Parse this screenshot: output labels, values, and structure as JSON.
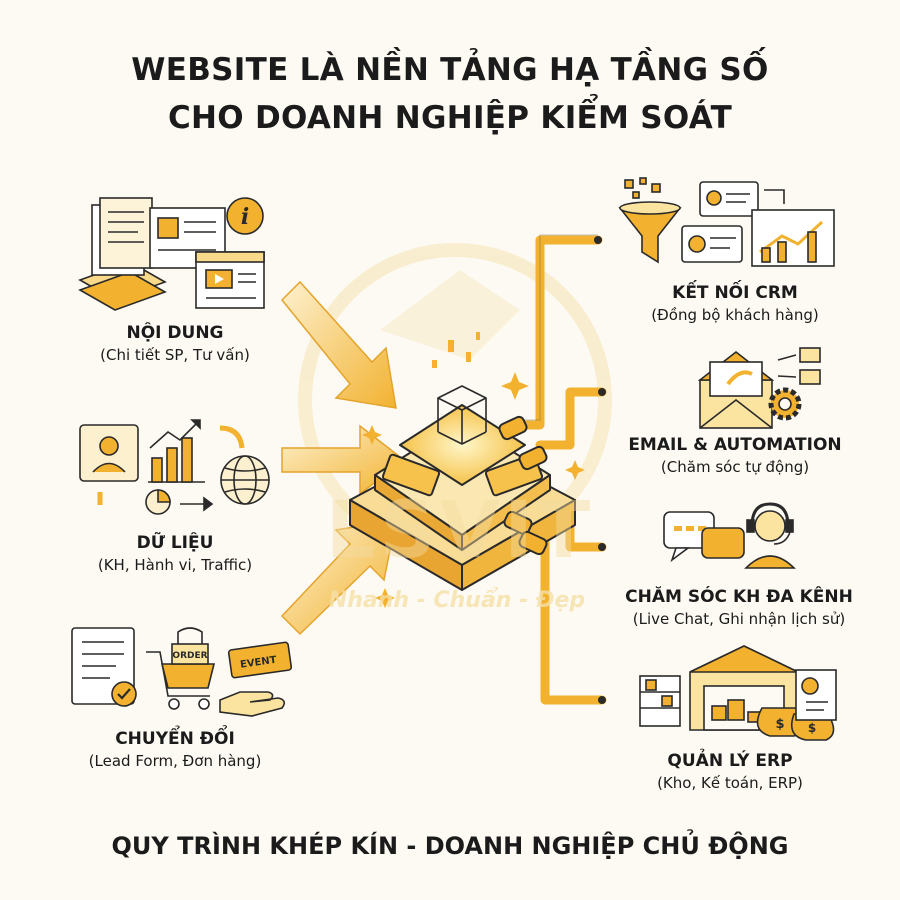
{
  "title": {
    "line1": "WEBSITE LÀ NỀN TẢNG HẠ TẦNG SỐ",
    "line2": "CHO DOANH NGHIỆP KIỂM SOÁT"
  },
  "inputs": [
    {
      "heading": "NỘI DUNG",
      "sub": "(Chi tiết SP, Tư vấn)"
    },
    {
      "heading": "DỮ LIỆU",
      "sub": "(KH, Hành vi, Traffic)"
    },
    {
      "heading": "CHUYỂN ĐỔI",
      "sub": "(Lead Form, Đơn hàng)"
    }
  ],
  "outputs": [
    {
      "heading": "KẾT NỐI CRM",
      "sub": "(Đồng bộ khách hàng)"
    },
    {
      "heading": "EMAIL & AUTOMATION",
      "sub": "(Chăm sóc tự động)"
    },
    {
      "heading": "CHĂM SÓC KH ĐA KÊNH",
      "sub": "(Live Chat, Ghi nhận lịch sử)"
    },
    {
      "heading": "QUẢN LÝ ERP",
      "sub": "(Kho, Kế toán, ERP)"
    }
  ],
  "icon_labels": {
    "order": "ORDER",
    "event": "EVENT"
  },
  "watermark": {
    "brand": "LSVIT",
    "slogan": "Nhanh - Chuẩn - Đẹp"
  },
  "footer": "QUY TRÌNH KHÉP KÍN - DOANH NGHIỆP CHỦ ĐỘNG",
  "colors": {
    "accent": "#f2b230",
    "accent_light": "#fbe3a0",
    "accent_dark": "#d8921a",
    "outline": "#2a2a2a",
    "background": "#fdfaf3"
  },
  "icons": [
    "document-stack-icon",
    "info-icon",
    "video-window-icon",
    "user-card-icon",
    "bar-chart-icon",
    "pie-chart-icon",
    "globe-icon",
    "form-check-icon",
    "shopping-cart-icon",
    "ticket-icon",
    "hand-icon",
    "funnel-icon",
    "growth-chart-icon",
    "envelope-icon",
    "gear-icon",
    "chat-bubble-icon",
    "support-agent-icon",
    "warehouse-icon",
    "money-bag-icon",
    "report-icon",
    "hub-platform-icon"
  ]
}
